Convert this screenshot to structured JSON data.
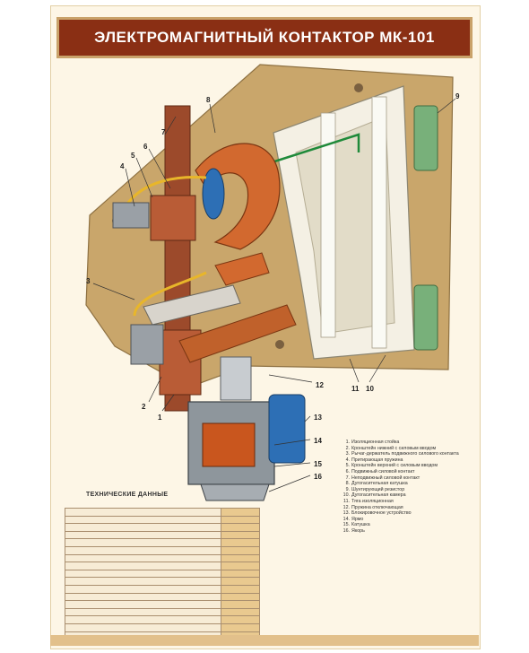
{
  "title": "ЭЛЕКТРОМАГНИТНЫЙ КОНТАКТОР МК-101",
  "specs_title": "ТЕХНИЧЕСКИЕ ДАННЫЕ",
  "callouts": [
    "1",
    "2",
    "3",
    "4",
    "5",
    "6",
    "7",
    "8",
    "9",
    "10",
    "11",
    "12",
    "13",
    "14",
    "15",
    "16"
  ],
  "legend": [
    {
      "num": "1.",
      "text": "Изоляционная стойка"
    },
    {
      "num": "2.",
      "text": "Кронштейн нижний с силовым вводом"
    },
    {
      "num": "3.",
      "text": "Рычаг-держатель подвижного силового контакта"
    },
    {
      "num": "4.",
      "text": "Притирающая пружина"
    },
    {
      "num": "5.",
      "text": "Кронштейн верхний с силовым вводом"
    },
    {
      "num": "6.",
      "text": "Подвижный силовой контакт"
    },
    {
      "num": "7.",
      "text": "Неподвижный силовой контакт"
    },
    {
      "num": "8.",
      "text": "Дугогасительная катушка"
    },
    {
      "num": "9.",
      "text": "Шунтирующий резистор"
    },
    {
      "num": "10.",
      "text": "Дугогасительная камера"
    },
    {
      "num": "11.",
      "text": "Тяга изоляционная"
    },
    {
      "num": "12.",
      "text": "Пружина отключающая"
    },
    {
      "num": "13.",
      "text": "Блокировочное устройство"
    },
    {
      "num": "14.",
      "text": "Ярмо"
    },
    {
      "num": "15.",
      "text": "Катушка"
    },
    {
      "num": "16.",
      "text": "Якорь"
    }
  ],
  "colors": {
    "header_bg": "#8a2f14",
    "poster_bg": "#fdf6e6",
    "copper": "#c0612b",
    "frame": "#c9a66b",
    "coil": "#2d6fb5"
  }
}
